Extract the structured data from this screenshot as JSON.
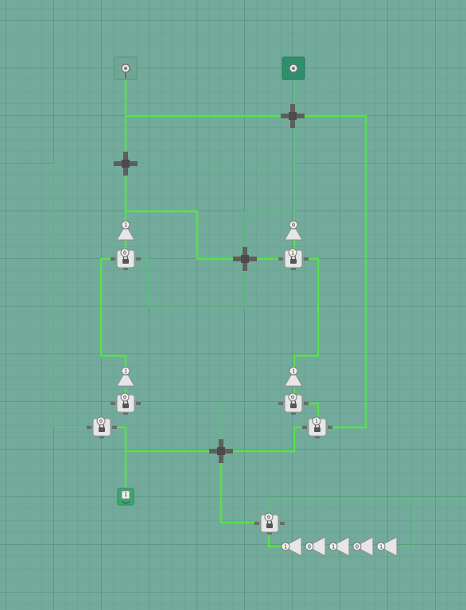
{
  "colors": {
    "background": "#72ab9b",
    "wire_on": "#55e24a",
    "wire_dim": "#4fcf6a",
    "node_body": "#e6e6e6",
    "switch_on": "#2f8f6d",
    "switch_off": "#6fa794",
    "junction": "#5e5e5e"
  },
  "inputs": [
    {
      "id": "input-switch-left",
      "state": "off",
      "icon": "toggle-switch-icon"
    },
    {
      "id": "input-switch-right",
      "state": "on",
      "icon": "toggle-switch-icon"
    }
  ],
  "output": {
    "id": "output-lamp",
    "badge": "1",
    "icon": "lamp-icon"
  },
  "gates": {
    "buffer_top_left": {
      "badge": "1"
    },
    "buffer_top_right": {
      "badge": "0"
    },
    "lock_top_left": {
      "badge": "0"
    },
    "lock_top_right": {
      "badge": "1"
    },
    "buffer_mid_left": {
      "badge": "1"
    },
    "buffer_mid_right": {
      "badge": "1"
    },
    "lock_mid_left": {
      "badge": "0"
    },
    "lock_mid_right": {
      "badge": "0"
    },
    "lock_bottom_left": {
      "badge": "0"
    },
    "lock_bottom_right": {
      "badge": "1"
    },
    "lock_clock": {
      "badge": "0"
    }
  },
  "chain": [
    "1",
    "0",
    "1",
    "0",
    "1"
  ],
  "icons": {
    "lock": "lock-icon",
    "buffer": "buffer-gate-icon",
    "junction": "wire-junction-icon"
  }
}
